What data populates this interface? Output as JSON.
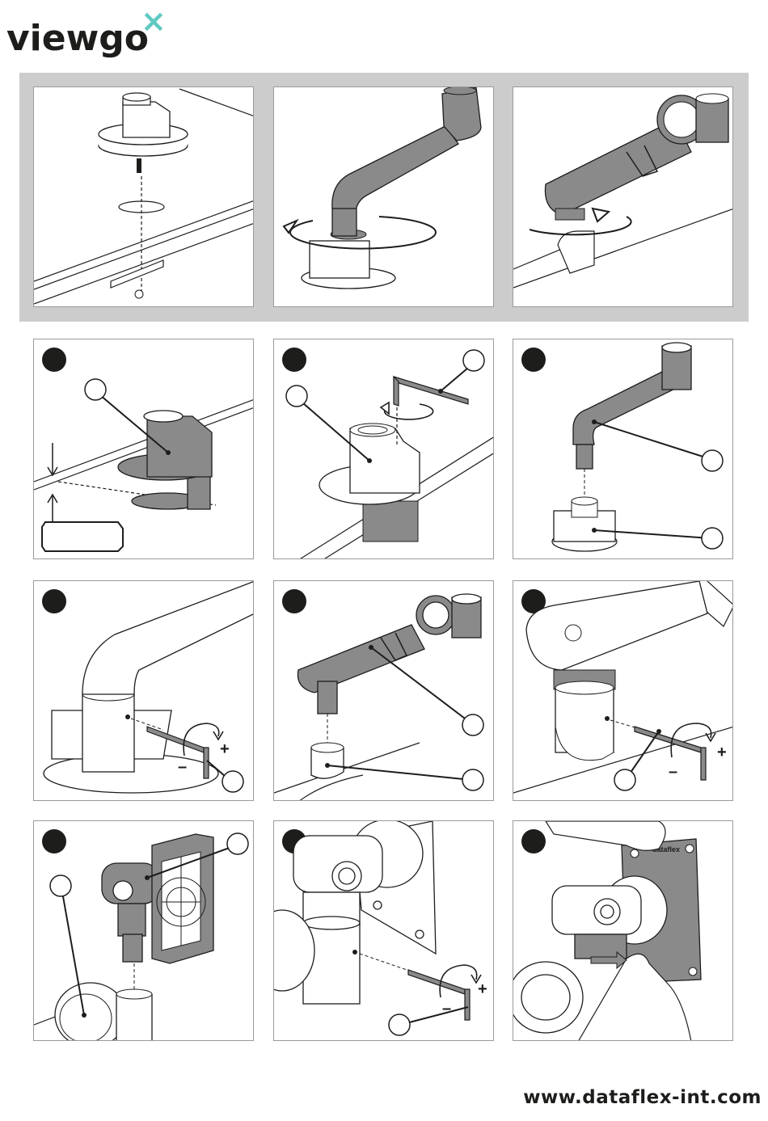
{
  "brand": {
    "name": "viewgo",
    "mark": "×",
    "accent_color": "#5fc9c2"
  },
  "overview_panels": [
    {
      "id": "overview-1"
    },
    {
      "id": "overview-2"
    },
    {
      "id": "overview-3"
    }
  ],
  "steps": [
    {
      "id": "step-1",
      "rotation_signs": {
        "plus": "",
        "minus": ""
      }
    },
    {
      "id": "step-2"
    },
    {
      "id": "step-3"
    },
    {
      "id": "step-4",
      "rotation_signs": {
        "plus": "+",
        "minus": "–"
      }
    },
    {
      "id": "step-5"
    },
    {
      "id": "step-6",
      "rotation_signs": {
        "plus": "+",
        "minus": "–"
      }
    },
    {
      "id": "step-7"
    },
    {
      "id": "step-8",
      "rotation_signs": {
        "plus": "+",
        "minus": "–"
      }
    },
    {
      "id": "step-9",
      "plate_label": "dataflex"
    }
  ],
  "colors": {
    "ink": "#1d1d1b",
    "part_fill": "#8a8a8a",
    "band": "#cccccc"
  },
  "footer": {
    "url": "www.dataflex-int.com"
  }
}
